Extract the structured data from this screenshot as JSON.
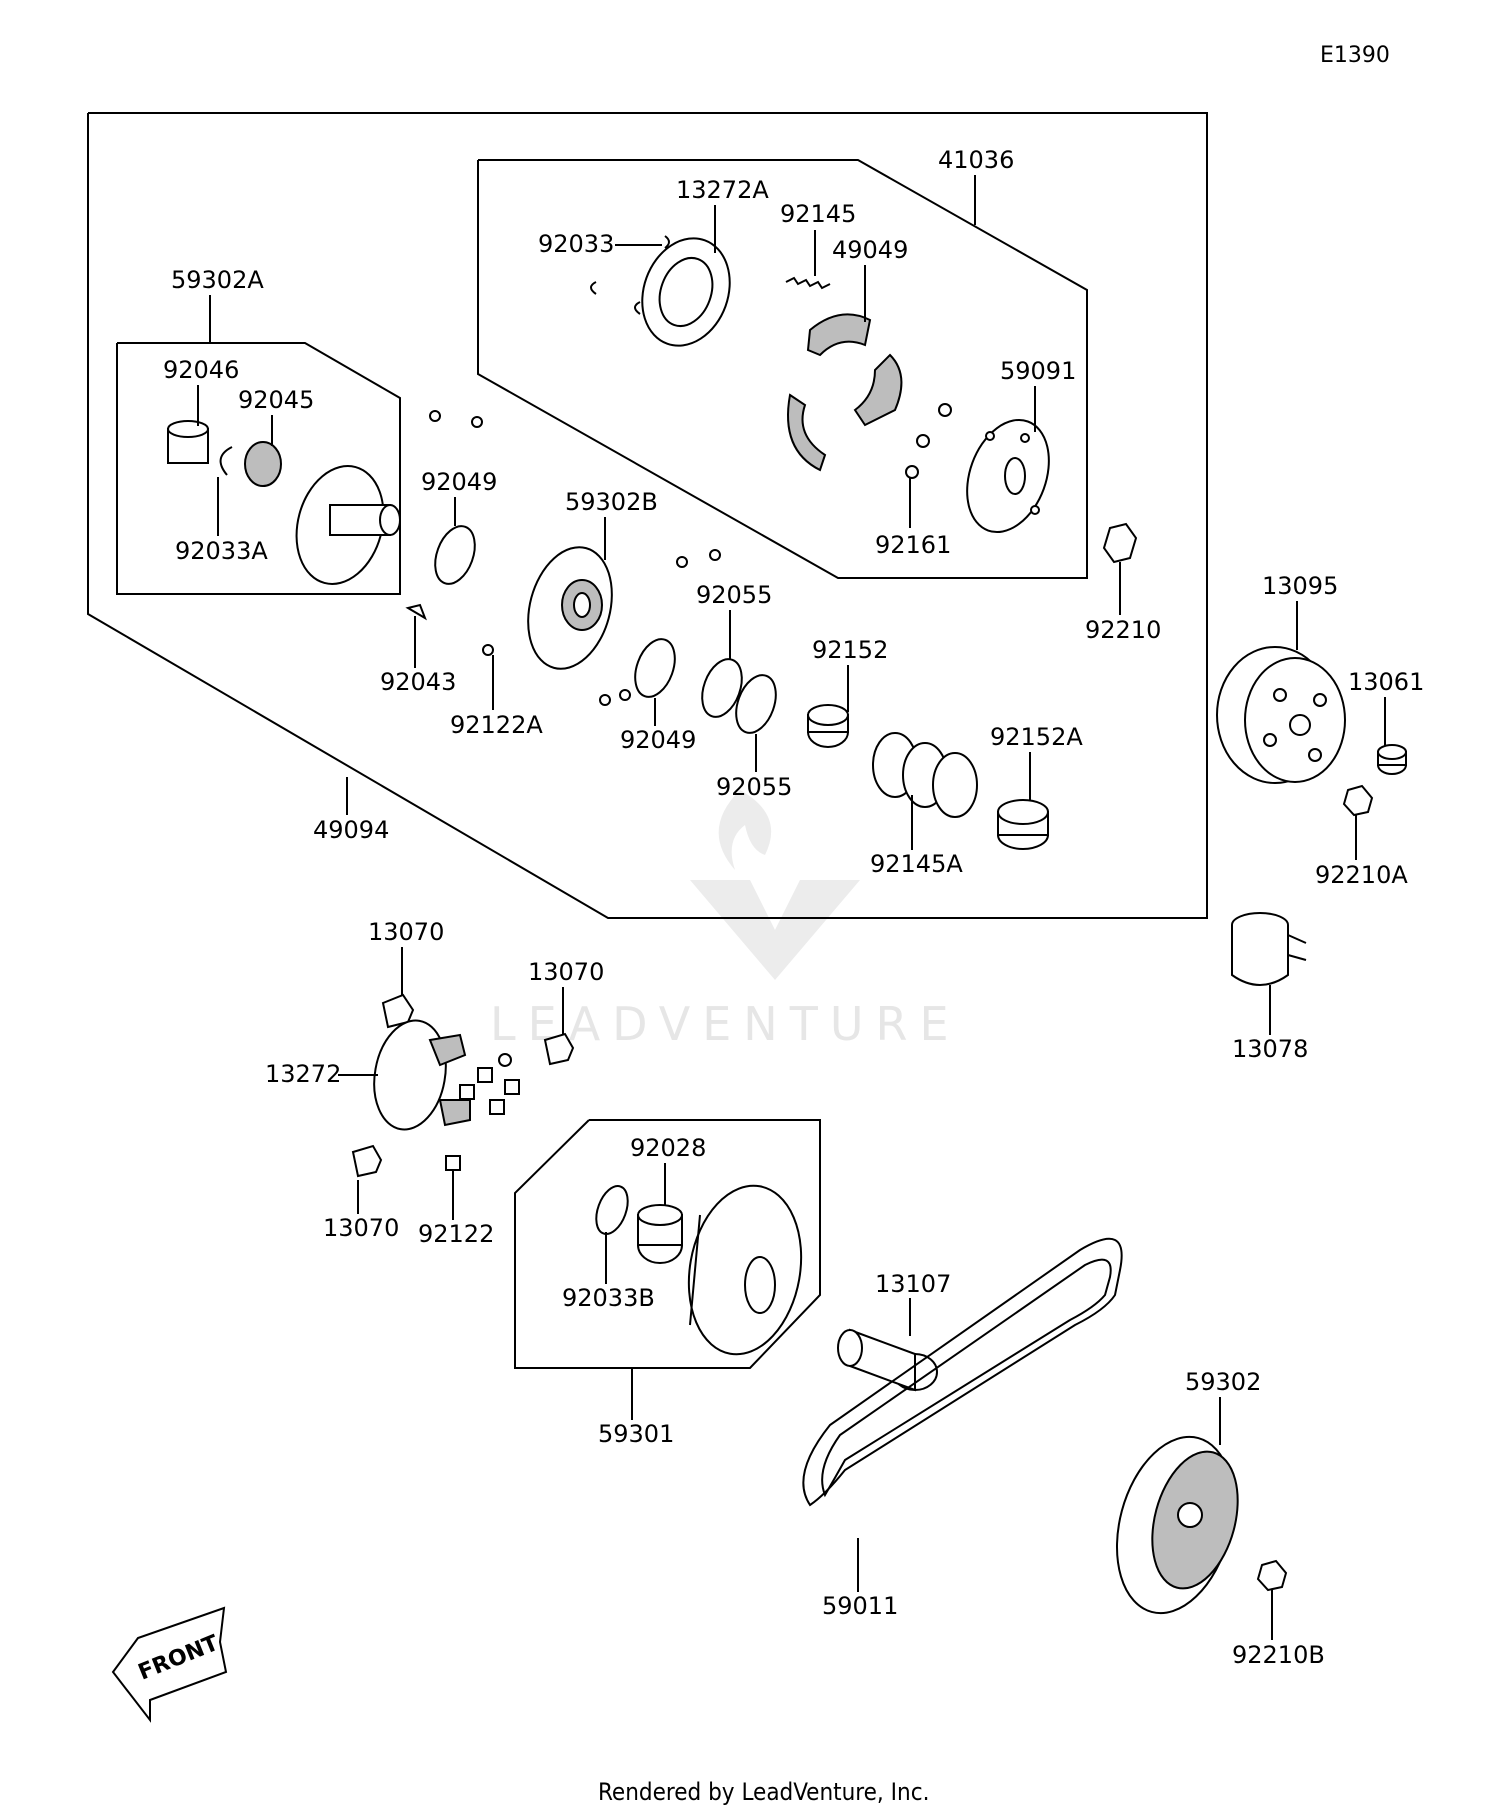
{
  "diagram_code": "E1390",
  "footer_text": "Rendered by LeadVenture, Inc.",
  "watermark_text": "LEADVENTURE",
  "front_label": "FRONT",
  "part_labels": {
    "p41036": "41036",
    "p13272A": "13272A",
    "p92145": "92145",
    "p92033": "92033",
    "p49049": "49049",
    "p59302A": "59302A",
    "p59091": "59091",
    "p92046": "92046",
    "p92045": "92045",
    "p92049a": "92049",
    "p59302B": "59302B",
    "p92161": "92161",
    "p92033A": "92033A",
    "p92055a": "92055",
    "p92210": "92210",
    "p13095": "13095",
    "p92152": "92152",
    "p13061": "13061",
    "p92043": "92043",
    "p92152A": "92152A",
    "p92122A": "92122A",
    "p92049b": "92049",
    "p92055b": "92055",
    "p92210A": "92210A",
    "p92145A": "92145A",
    "p49094": "49094",
    "p13070a": "13070",
    "p13070b": "13070",
    "p13078": "13078",
    "p13272": "13272",
    "p92028": "92028",
    "p13070c": "13070",
    "p92122": "92122",
    "p92033B": "92033B",
    "p13107": "13107",
    "p59301": "59301",
    "p59302": "59302",
    "p59011": "59011",
    "p92210B": "92210B"
  }
}
